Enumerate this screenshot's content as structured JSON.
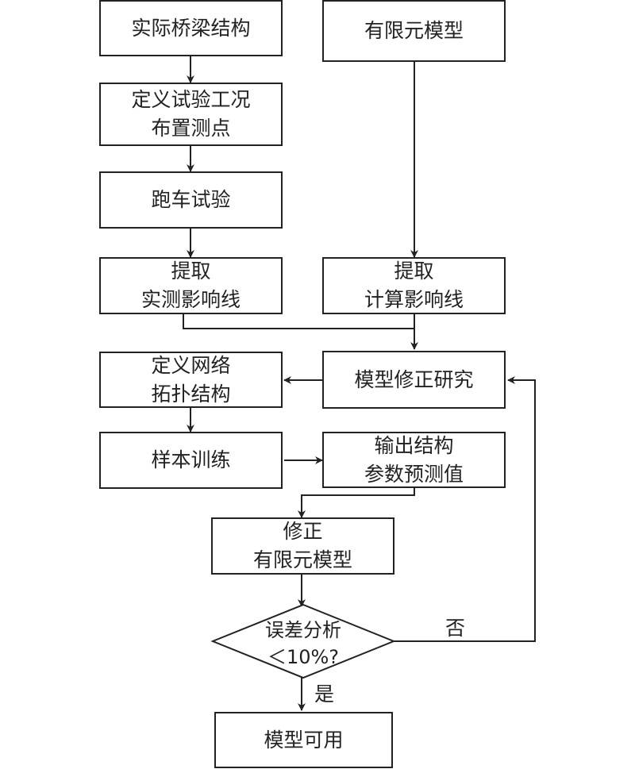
{
  "nodes": {
    "actual_bridge": {
      "lines": [
        "实际桥梁结构"
      ]
    },
    "fe_model": {
      "lines": [
        "有限元模型"
      ]
    },
    "define_test": {
      "lines": [
        "定义试验工况",
        "布置测点"
      ]
    },
    "running_test": {
      "lines": [
        "跑车试验"
      ]
    },
    "extract_measured": {
      "lines": [
        "提取",
        "实测影响线"
      ]
    },
    "extract_calc": {
      "lines": [
        "提取",
        "计算影响线"
      ]
    },
    "define_network": {
      "lines": [
        "定义网络",
        "拓扑结构"
      ]
    },
    "model_update_study": {
      "lines": [
        "模型修正研究"
      ]
    },
    "sample_training": {
      "lines": [
        "样本训练"
      ]
    },
    "output_params": {
      "lines": [
        "输出结构",
        "参数预测值"
      ]
    },
    "update_fe": {
      "lines": [
        "修正",
        "有限元模型"
      ]
    },
    "error_analysis": {
      "lines": [
        "误差分析",
        "＜10%?"
      ]
    },
    "model_usable": {
      "lines": [
        "模型可用"
      ]
    }
  },
  "edge_labels": {
    "no": "否",
    "yes": "是"
  },
  "colors": {
    "stroke": "#222222",
    "background": "#ffffff"
  }
}
